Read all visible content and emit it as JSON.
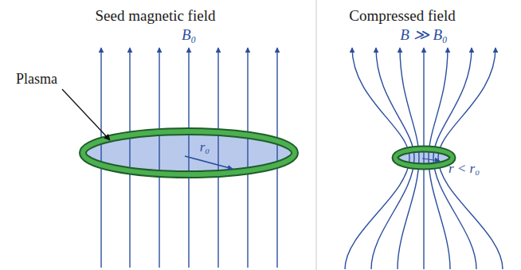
{
  "diagram": {
    "labels": [
      "Seed magnetic field",
      "B₀",
      "Plasma",
      "r₀",
      "Compressed field",
      "B ≫ B₀",
      "r < r₀"
    ]
  }
}
